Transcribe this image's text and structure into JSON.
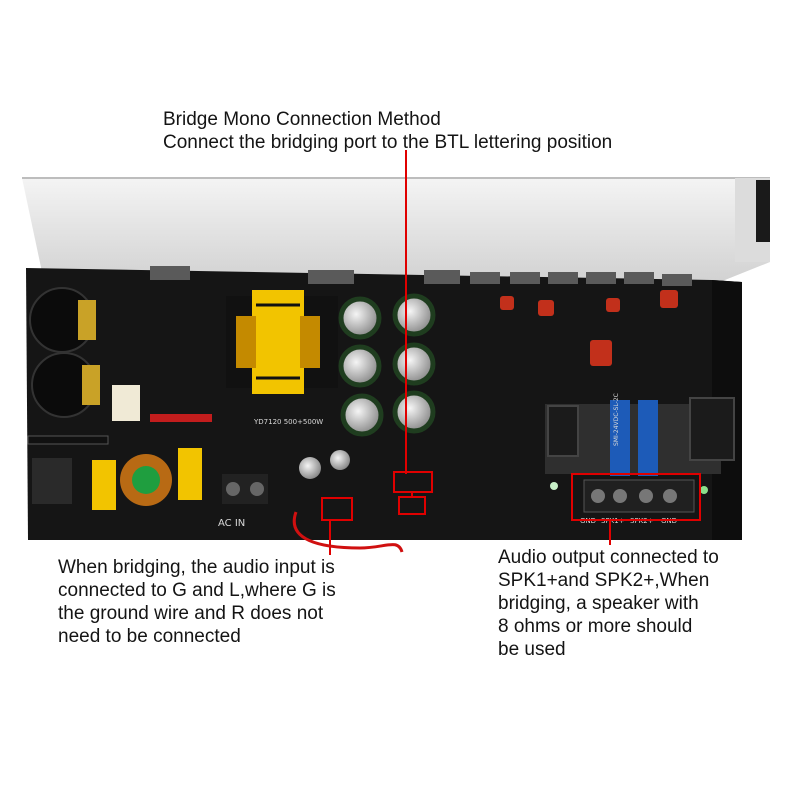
{
  "captions": {
    "bridge": {
      "line1": "Bridge Mono Connection Method",
      "line2": "Connect the bridging port to the BTL lettering position"
    },
    "bridging": {
      "line1": "When bridging, the audio input is",
      "line2": "connected to G and L,where G is",
      "line3": "the ground wire and R does not",
      "line4": "need to be connected"
    },
    "output": {
      "line1": "Audio output connected to",
      "line2": "SPK1+and SPK2+,When",
      "line3": "bridging, a speaker with",
      "line4": "8 ohms or more should",
      "line5": "be used"
    }
  },
  "board": {
    "model": "YD7120 500+500W",
    "ac_in": "AC IN",
    "terminal_labels": {
      "gnd_left": "GND",
      "spk1": "SPK1+",
      "spk2": "SPK2+",
      "gnd_right": "GND"
    },
    "relay_text": "SMI-24VDC-SL-2C"
  },
  "colors": {
    "annotation": "#e00000",
    "board": "#141414",
    "heatsink": "#e9e9e9",
    "transformer": "#f2c400"
  }
}
